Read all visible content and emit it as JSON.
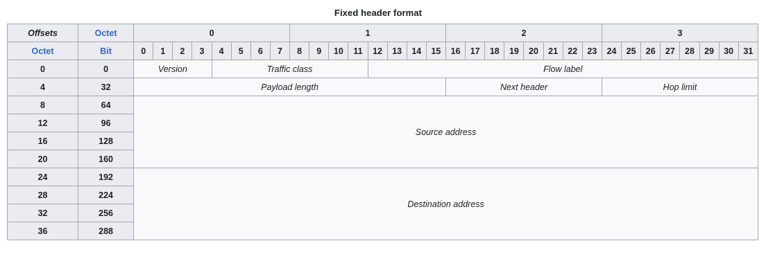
{
  "caption": "Fixed header format",
  "colors": {
    "header_bg": "#eaecf0",
    "cell_bg": "#f8f9fa",
    "border": "#a2a9b1",
    "link_blue": "#3366cc",
    "text": "#202122"
  },
  "table": {
    "corner": {
      "offsets_label": "Offsets",
      "octet_label_top": "Octet",
      "octet_label_bottom": "Octet",
      "bit_label": "Bit"
    },
    "octet_groups": [
      "0",
      "1",
      "2",
      "3"
    ],
    "bits": [
      "0",
      "1",
      "2",
      "3",
      "4",
      "5",
      "6",
      "7",
      "8",
      "9",
      "10",
      "11",
      "12",
      "13",
      "14",
      "15",
      "16",
      "17",
      "18",
      "19",
      "20",
      "21",
      "22",
      "23",
      "24",
      "25",
      "26",
      "27",
      "28",
      "29",
      "30",
      "31"
    ],
    "rows": [
      {
        "octet_offset": "0",
        "bit_offset": "0",
        "fields": [
          {
            "label": "Version",
            "bits": 4
          },
          {
            "label": "Traffic class",
            "bits": 8
          },
          {
            "label": "Flow label",
            "bits": 20
          }
        ]
      },
      {
        "octet_offset": "4",
        "bit_offset": "32",
        "fields": [
          {
            "label": "Payload length",
            "bits": 16
          },
          {
            "label": "Next header",
            "bits": 8
          },
          {
            "label": "Hop limit",
            "bits": 8
          }
        ]
      },
      {
        "octet_offset": "8",
        "bit_offset": "64",
        "fields": [
          {
            "label": "Source address",
            "bits": 32,
            "rowspan": 4
          }
        ]
      },
      {
        "octet_offset": "12",
        "bit_offset": "96",
        "fields": []
      },
      {
        "octet_offset": "16",
        "bit_offset": "128",
        "fields": []
      },
      {
        "octet_offset": "20",
        "bit_offset": "160",
        "fields": []
      },
      {
        "octet_offset": "24",
        "bit_offset": "192",
        "fields": [
          {
            "label": "Destination address",
            "bits": 32,
            "rowspan": 4
          }
        ]
      },
      {
        "octet_offset": "28",
        "bit_offset": "224",
        "fields": []
      },
      {
        "octet_offset": "32",
        "bit_offset": "256",
        "fields": []
      },
      {
        "octet_offset": "36",
        "bit_offset": "288",
        "fields": []
      }
    ]
  }
}
